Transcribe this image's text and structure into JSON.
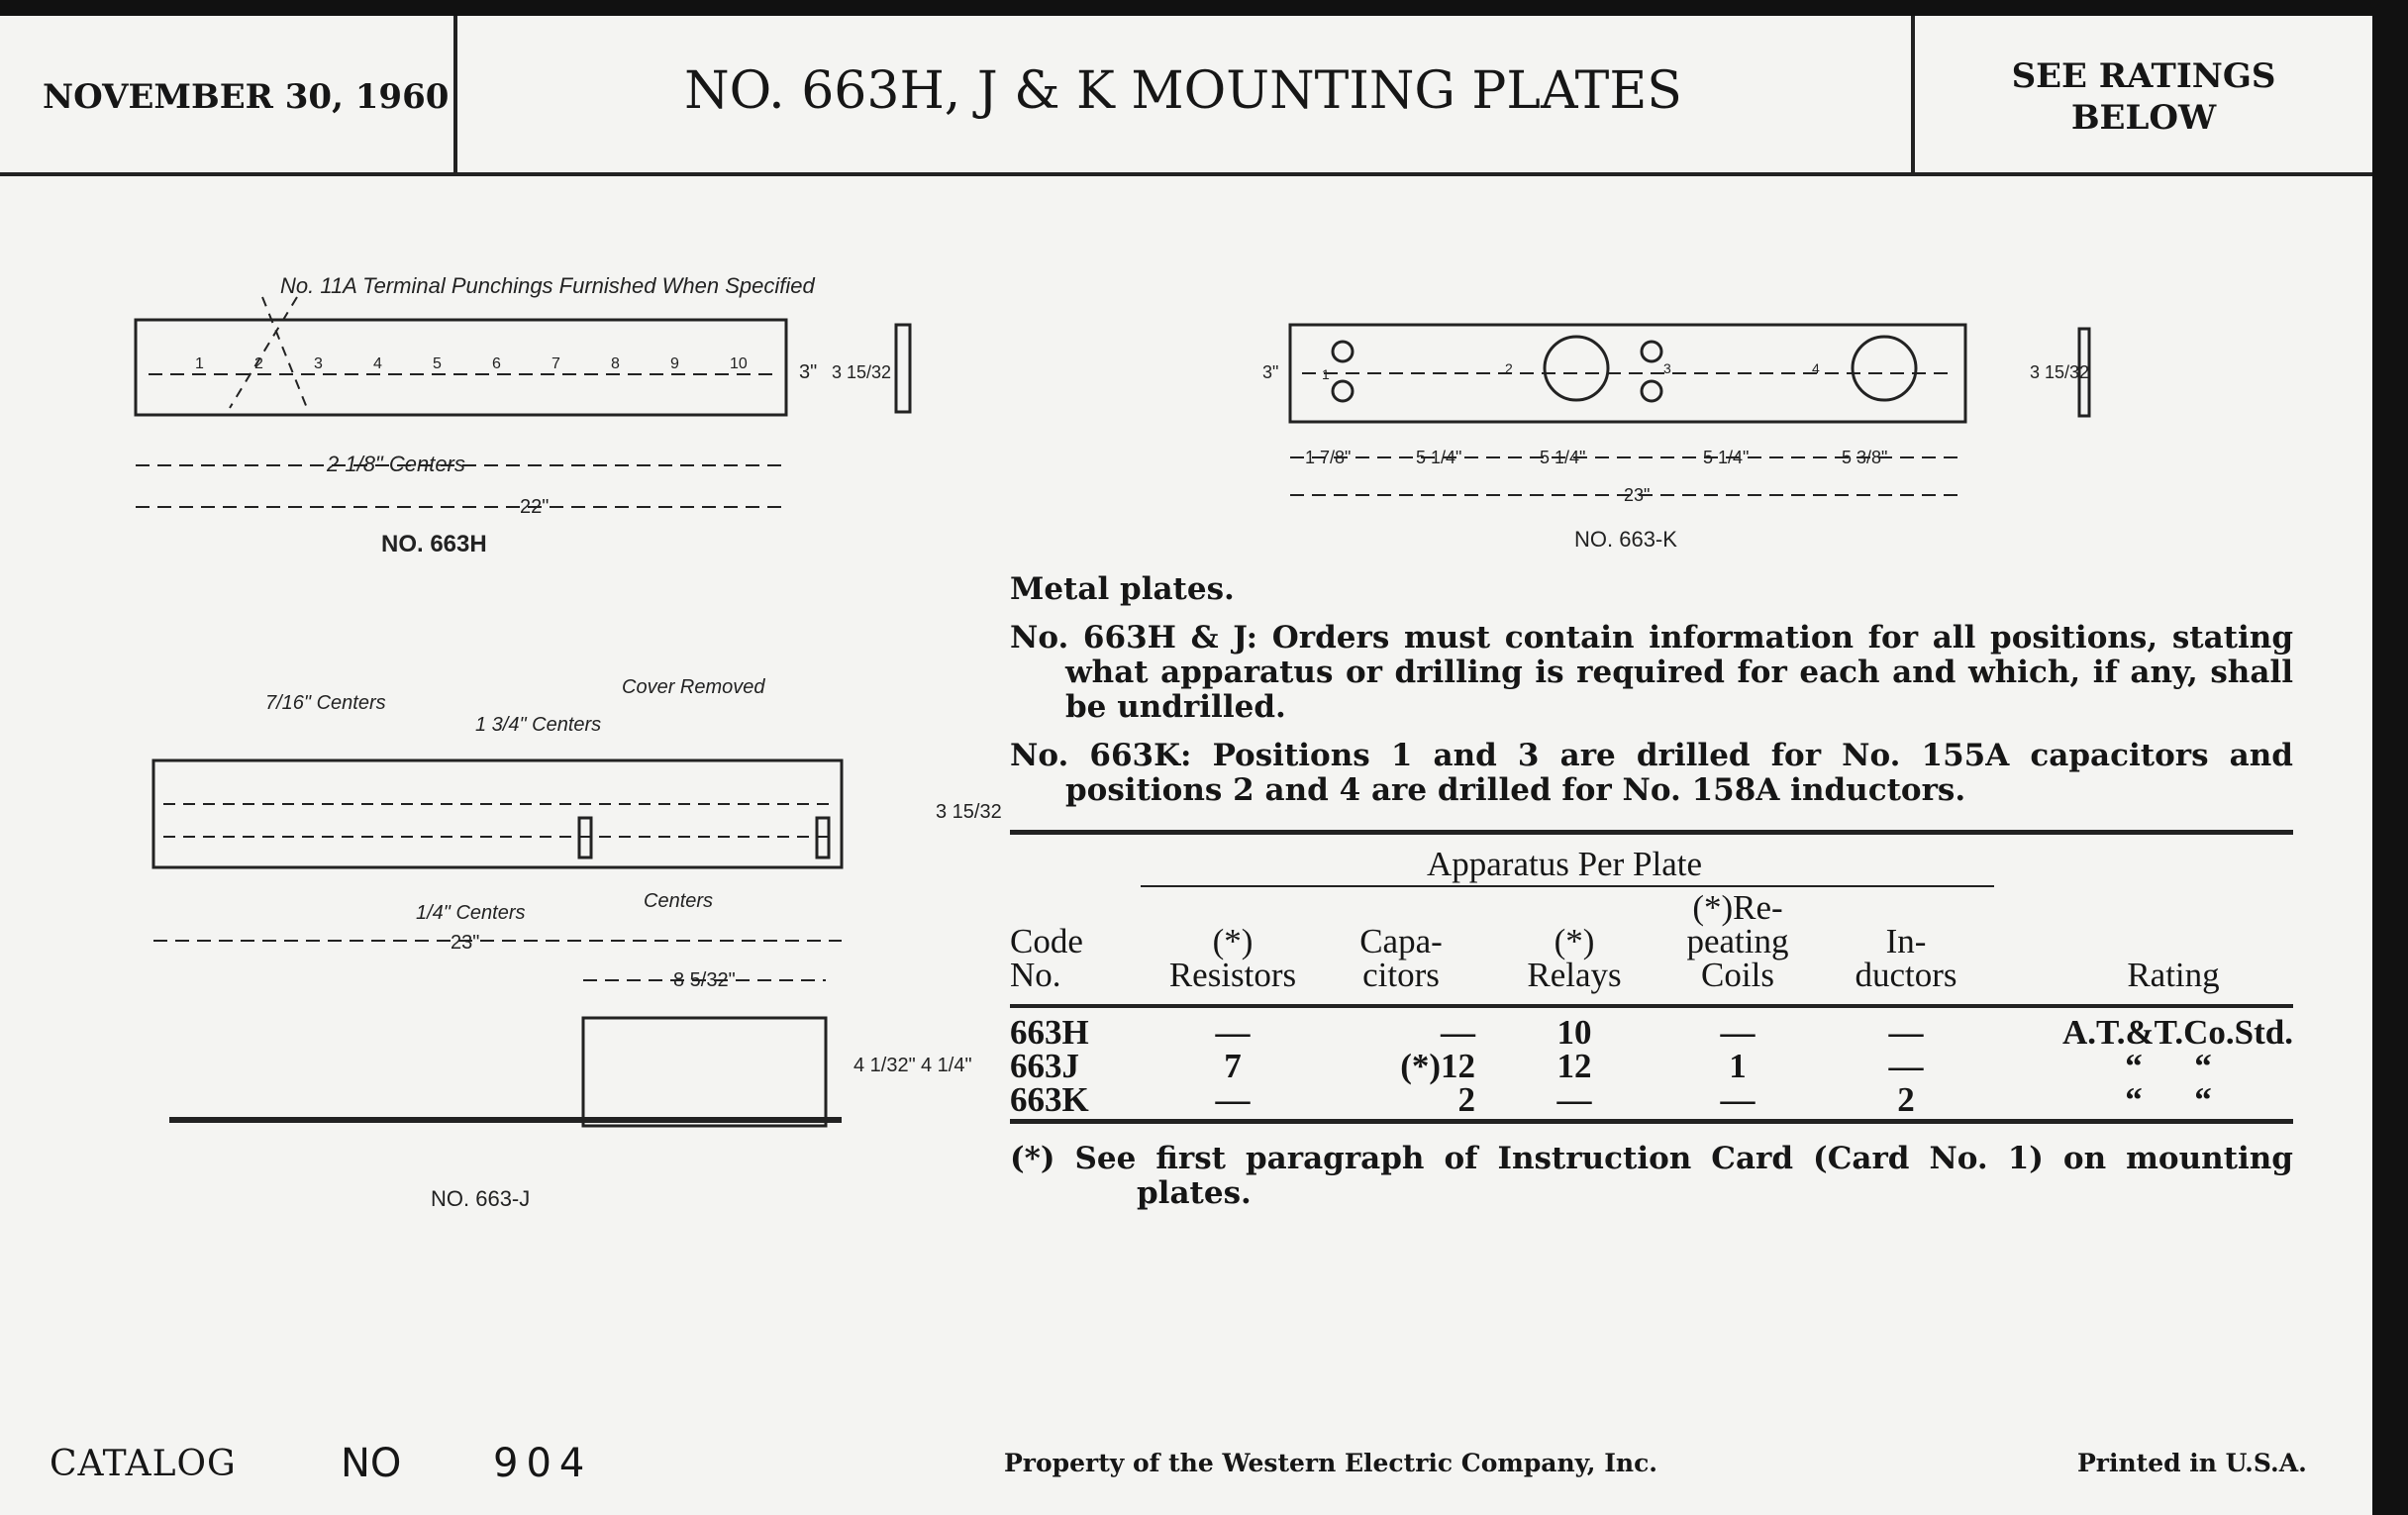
{
  "header": {
    "date": "NOVEMBER 30, 1960",
    "title": "NO. 663H, J & K MOUNTING PLATES",
    "ratings_line1": "SEE RATINGS",
    "ratings_line2": "BELOW"
  },
  "drawings": {
    "h": {
      "caption": "NO. 663H",
      "note": "No. 11A Terminal Punchings Furnished When Specified",
      "centers": "2 1/8\" Centers",
      "length": "22\"",
      "positions": [
        "1",
        "2",
        "3",
        "4",
        "5",
        "6",
        "7",
        "8",
        "9",
        "10"
      ],
      "height": "3\"",
      "depth": "3 15/32"
    },
    "k": {
      "caption": "NO. 663-K",
      "length": "23\"",
      "spacings": [
        "1 7/8\"",
        "5 1/4\"",
        "5 1/4\"",
        "5 1/4\"",
        "5 3/8\""
      ],
      "positions": [
        "1",
        "2",
        "3",
        "4"
      ],
      "height": "3\"",
      "depth": "3 15/32"
    },
    "j": {
      "caption": "NO. 663-J",
      "cover": "Cover Removed",
      "centers_a": "7/16\" Centers",
      "centers_b": "1 3/4\" Centers",
      "centers_c": "Centers",
      "centers_d": "1/4\" Centers",
      "length": "23\"",
      "width": "8 5/32\"",
      "height_a": "4 1/32\"",
      "height_b": "4 1/4\"",
      "depth": "3 15/32"
    }
  },
  "text": {
    "intro": "Metal plates.",
    "para1": "No. 663H & J:  Orders must contain information for all positions, stating what apparatus or drilling is required for each and which, if any, shall be undrilled.",
    "para2": "No. 663K:  Positions 1 and 3 are drilled for No. 155A capacitors and positions 2 and 4 are drilled for No. 158A inductors."
  },
  "table": {
    "group_header": "Apparatus Per Plate",
    "columns": [
      {
        "l1": "",
        "l2": "Code",
        "l3": "No."
      },
      {
        "l1": "",
        "l2": "(*)",
        "l3": "Resistors"
      },
      {
        "l1": "",
        "l2": "Capa-",
        "l3": "citors"
      },
      {
        "l1": "",
        "l2": "(*)",
        "l3": "Relays"
      },
      {
        "l1": "(*)Re-",
        "l2": "peating",
        "l3": "Coils"
      },
      {
        "l1": "",
        "l2": "In-",
        "l3": "ductors"
      },
      {
        "l1": "",
        "l2": "",
        "l3": "Rating"
      }
    ],
    "rows": [
      [
        "663H",
        "—",
        "—",
        "10",
        "—",
        "—",
        "A.T.&T.Co.Std."
      ],
      [
        "663J",
        "7",
        "(*)12",
        "12",
        "1",
        "—",
        "“      “"
      ],
      [
        "663K",
        "—",
        "2",
        "—",
        "—",
        "2",
        "“      “"
      ]
    ],
    "footnote": "(*) See first paragraph of Instruction Card (Card No. 1) on mounting plates."
  },
  "footer": {
    "catalog": "CATALOG",
    "no": "NO",
    "number": "904",
    "property": "Property of the Western Electric Company, Inc.",
    "printed": "Printed in U.S.A."
  }
}
